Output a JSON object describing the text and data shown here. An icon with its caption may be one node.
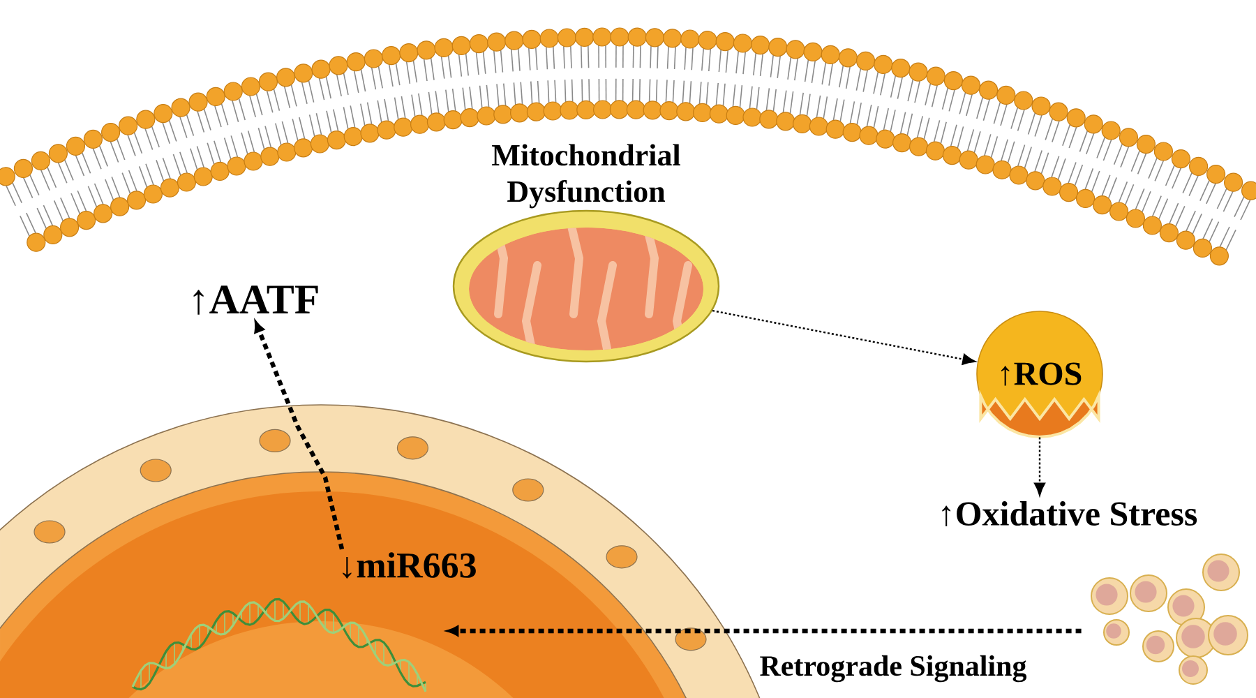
{
  "diagram": {
    "nodes": [
      {
        "text": [
          "Mitochondrial Dysfunction"
        ]
      },
      {
        "text": [
          "↑ROS"
        ]
      },
      {
        "text": [
          "↑AATF"
        ]
      },
      {
        "text": [
          "↑Oxidative Stress"
        ]
      },
      {
        "text": [
          "↓miR663"
        ]
      },
      {
        "text": [],
        "shape": "picture"
      },
      {
        "text": [],
        "shape": "picture"
      }
    ],
    "edges": [
      {
        "from": 0,
        "to": 1,
        "arrow": "to",
        "style": "dashed"
      },
      {
        "from": 1,
        "to": 3,
        "arrow": "to",
        "style": "dashed"
      },
      {
        "from": 4,
        "to": 2,
        "arrow": "to",
        "style": "dashed"
      },
      {
        "from": 6,
        "to": 5,
        "arrow": "to",
        "style": "dashed",
        "label": "Retrograde Signaling"
      }
    ]
  }
}
